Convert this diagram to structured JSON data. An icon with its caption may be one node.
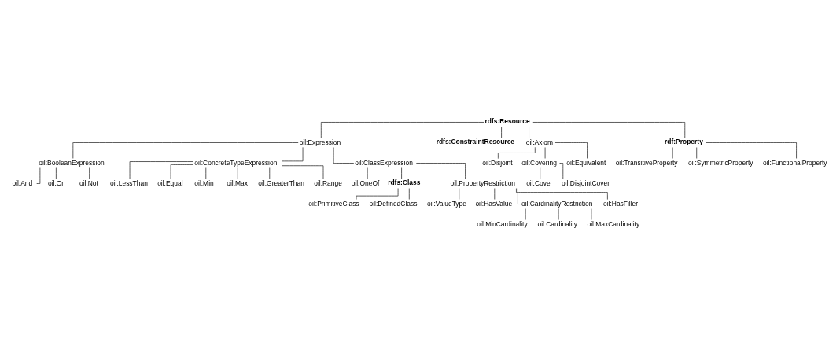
{
  "diagram": {
    "nodes": [
      {
        "text": [
          "rdfs:Resource"
        ]
      },
      {
        "text": [
          "oil:Expression"
        ]
      },
      {
        "text": [
          "rdfs:ConstraintResource"
        ]
      },
      {
        "text": [
          "oil:Axiom"
        ]
      },
      {
        "text": [
          "rdf:Property"
        ]
      },
      {
        "text": [
          "oil:BooleanExpression"
        ]
      },
      {
        "text": [
          "oil:ConcreteTypeExpression"
        ]
      },
      {
        "text": [
          "oil:ClassExpression"
        ]
      },
      {
        "text": [
          "oil:And"
        ]
      },
      {
        "text": [
          "oil:Or"
        ]
      },
      {
        "text": [
          "oil:Not"
        ]
      },
      {
        "text": [
          "oil:OneOf"
        ]
      },
      {
        "text": [
          "rdfs:Class"
        ]
      },
      {
        "text": [
          "oil:PropertyRestriction"
        ]
      },
      {
        "text": [
          "oil:PrimitiveClass"
        ]
      },
      {
        "text": [
          "oil:DefinedClass"
        ]
      },
      {
        "text": [
          "oil:LessThan"
        ]
      },
      {
        "text": [
          "oil:Equal"
        ]
      },
      {
        "text": [
          "oil:Min"
        ]
      },
      {
        "text": [
          "oil:Max"
        ]
      },
      {
        "text": [
          "oil:GreaterThan"
        ]
      },
      {
        "text": [
          "oil:Range"
        ]
      },
      {
        "text": [
          "oil:ValueType"
        ]
      },
      {
        "text": [
          "oil:HasValue"
        ]
      },
      {
        "text": [
          "oil:CardinalityRestriction"
        ]
      },
      {
        "text": [
          "oil:HasFiller"
        ]
      },
      {
        "text": [
          "oil:MinCardinality"
        ]
      },
      {
        "text": [
          "oil:Cardinality"
        ]
      },
      {
        "text": [
          "oil:MaxCardinality"
        ]
      },
      {
        "text": [
          "oil:Disjoint"
        ]
      },
      {
        "text": [
          "oil:Covering"
        ]
      },
      {
        "text": [
          "oil:Equivalent"
        ]
      },
      {
        "text": [
          "oil:Cover"
        ]
      },
      {
        "text": [
          "oil:DisjointCover"
        ]
      },
      {
        "text": [
          "oil:TransitiveProperty"
        ]
      },
      {
        "text": [
          "oil:SymmetricProperty"
        ]
      },
      {
        "text": [
          "oil:FunctionalProperty"
        ]
      }
    ],
    "edges": [
      {
        "from": 0,
        "to": 1,
        "arrow": "none"
      },
      {
        "from": 0,
        "to": 2,
        "arrow": "none"
      },
      {
        "from": 0,
        "to": 3,
        "arrow": "none"
      },
      {
        "from": 0,
        "to": 4,
        "arrow": "none"
      },
      {
        "from": 1,
        "to": 5,
        "arrow": "none"
      },
      {
        "from": 1,
        "to": 6,
        "arrow": "none"
      },
      {
        "from": 1,
        "to": 7,
        "arrow": "none"
      },
      {
        "from": 5,
        "to": 8,
        "arrow": "none"
      },
      {
        "from": 5,
        "to": 9,
        "arrow": "none"
      },
      {
        "from": 5,
        "to": 10,
        "arrow": "none"
      },
      {
        "from": 7,
        "to": 11,
        "arrow": "none"
      },
      {
        "from": 7,
        "to": 12,
        "arrow": "none"
      },
      {
        "from": 7,
        "to": 13,
        "arrow": "none"
      },
      {
        "from": 12,
        "to": 14,
        "arrow": "none"
      },
      {
        "from": 12,
        "to": 15,
        "arrow": "none"
      },
      {
        "from": 6,
        "to": 16,
        "arrow": "none"
      },
      {
        "from": 6,
        "to": 17,
        "arrow": "none"
      },
      {
        "from": 6,
        "to": 18,
        "arrow": "none"
      },
      {
        "from": 6,
        "to": 19,
        "arrow": "none"
      },
      {
        "from": 6,
        "to": 20,
        "arrow": "none"
      },
      {
        "from": 6,
        "to": 21,
        "arrow": "none"
      },
      {
        "from": 13,
        "to": 22,
        "arrow": "none"
      },
      {
        "from": 13,
        "to": 23,
        "arrow": "none"
      },
      {
        "from": 13,
        "to": 24,
        "arrow": "none"
      },
      {
        "from": 13,
        "to": 25,
        "arrow": "none"
      },
      {
        "from": 24,
        "to": 26,
        "arrow": "none"
      },
      {
        "from": 24,
        "to": 27,
        "arrow": "none"
      },
      {
        "from": 24,
        "to": 28,
        "arrow": "none"
      },
      {
        "from": 3,
        "to": 29,
        "arrow": "none"
      },
      {
        "from": 3,
        "to": 30,
        "arrow": "none"
      },
      {
        "from": 3,
        "to": 31,
        "arrow": "none"
      },
      {
        "from": 30,
        "to": 32,
        "arrow": "none"
      },
      {
        "from": 30,
        "to": 33,
        "arrow": "none"
      },
      {
        "from": 4,
        "to": 34,
        "arrow": "none"
      },
      {
        "from": 4,
        "to": 35,
        "arrow": "none"
      },
      {
        "from": 4,
        "to": 36,
        "arrow": "none"
      }
    ]
  }
}
